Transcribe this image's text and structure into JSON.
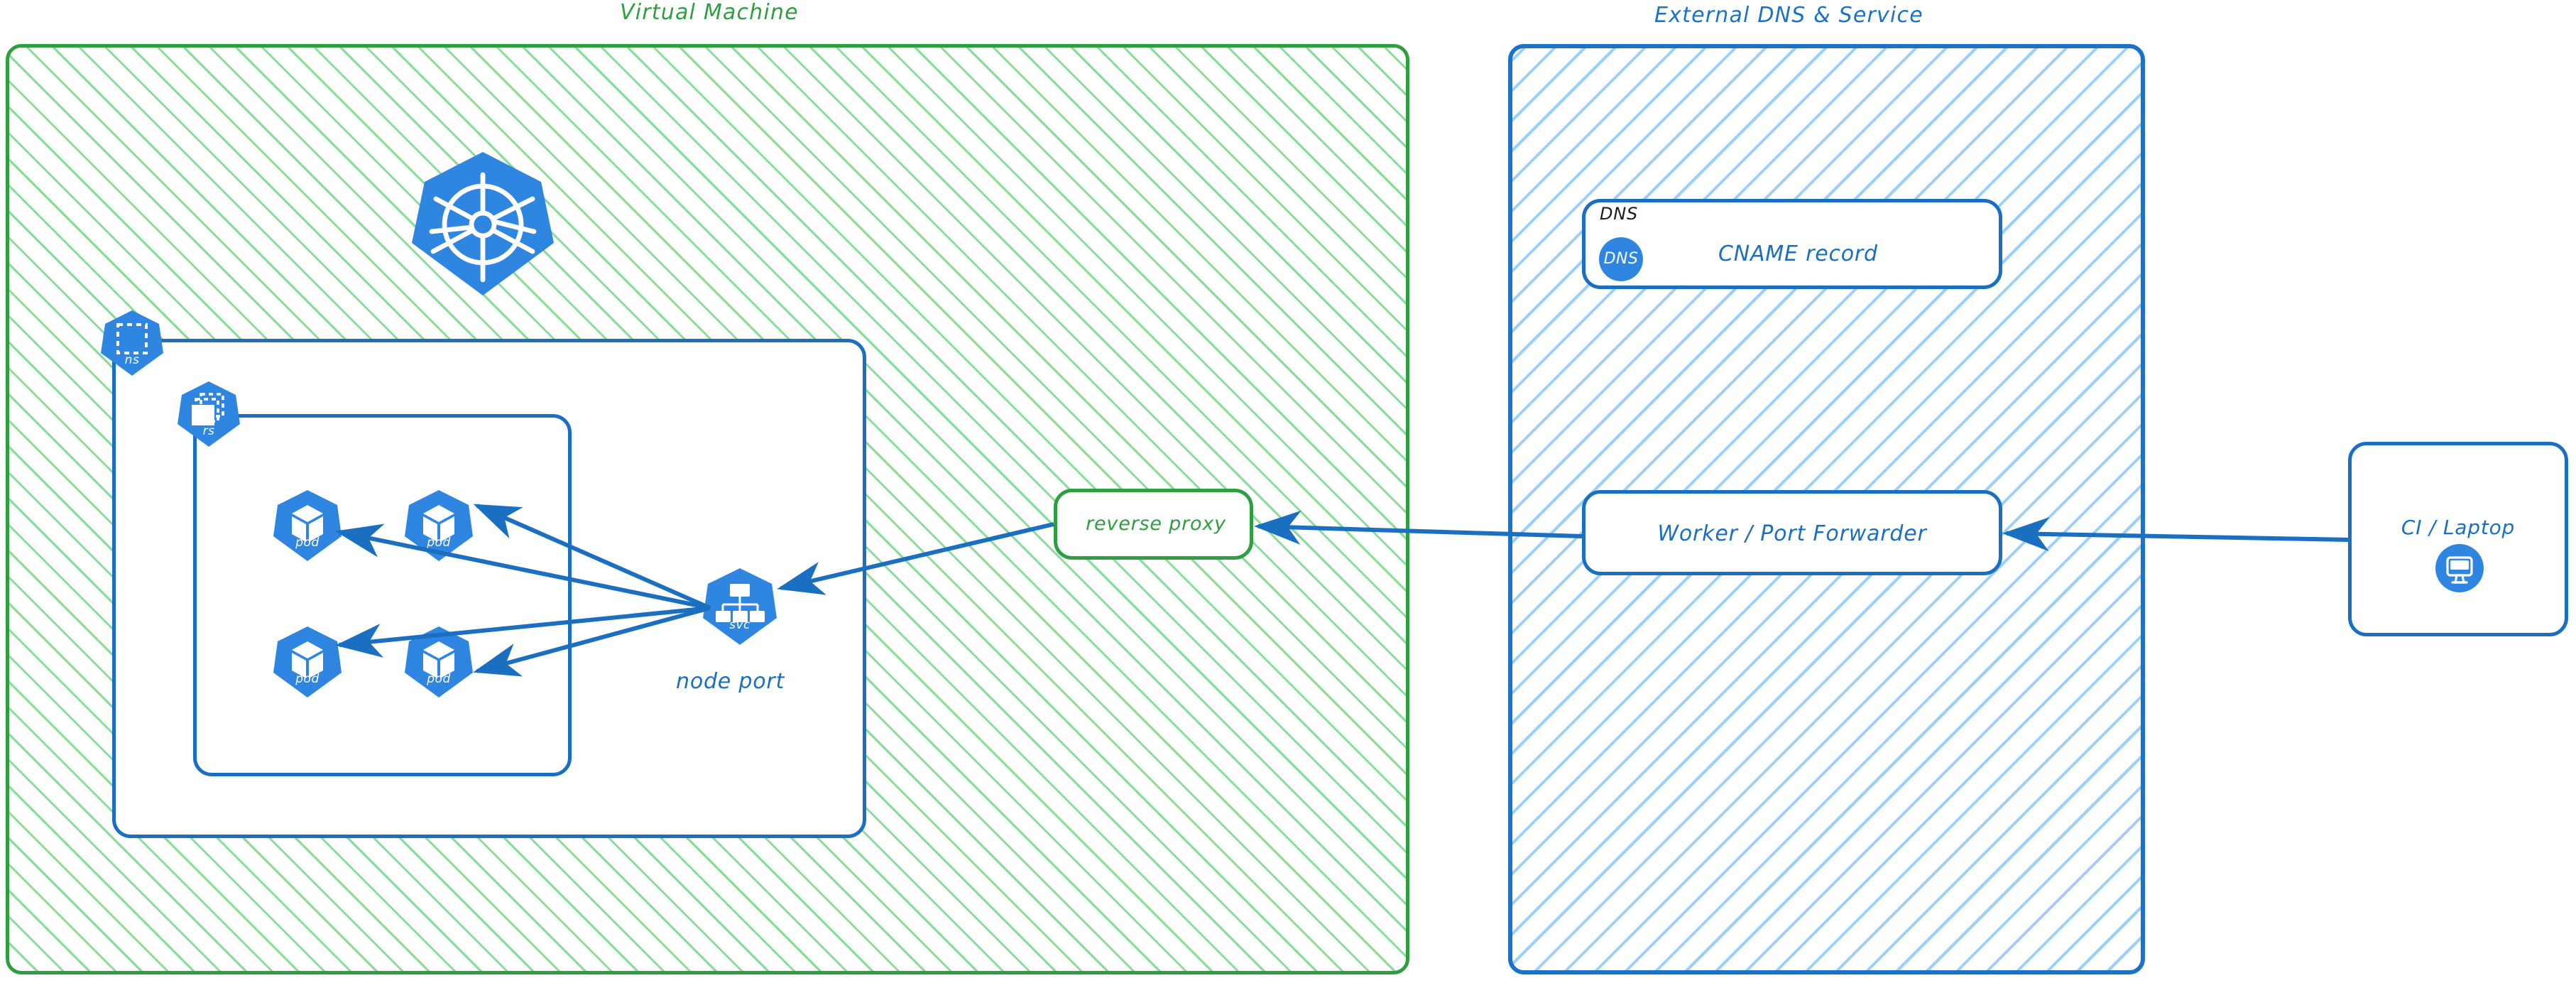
{
  "diagram": {
    "type": "architecture-diagram",
    "style": "hand-drawn-excalidraw",
    "colors": {
      "green_stroke": "#2f9e41",
      "green_hatch": "#80db92",
      "blue_stroke": "#1a6fc0",
      "blue_hatch": "#96cdfa",
      "k8s_blue": "#2f86e0",
      "black_text": "#1c1c1c"
    }
  },
  "panels": [
    {
      "id": "vm",
      "title": "Virtual Machine",
      "title_color": "#2f9e41"
    },
    {
      "id": "dns",
      "title": "External DNS & Service",
      "title_color": "#1a73c7"
    }
  ],
  "vm": {
    "k8s_logo": {
      "icon": "kubernetes-logo-icon"
    },
    "namespace": {
      "badge_label": "ns",
      "icon": "namespace-icon"
    },
    "replicaset": {
      "badge_label": "rs",
      "icon": "replicaset-icon"
    },
    "pods": [
      {
        "badge_label": "pod",
        "icon": "pod-icon"
      },
      {
        "badge_label": "pod",
        "icon": "pod-icon"
      },
      {
        "badge_label": "pod",
        "icon": "pod-icon"
      },
      {
        "badge_label": "pod",
        "icon": "pod-icon"
      }
    ],
    "service": {
      "badge_label": "svc",
      "icon": "service-icon",
      "caption": "node port"
    },
    "reverse_proxy": {
      "label": "reverse proxy"
    }
  },
  "dns_panel": {
    "dns_record_box": {
      "corner_label": "DNS",
      "icon_label": "DNS",
      "icon": "dns-circle-icon",
      "label": "CNAME record"
    },
    "worker_box": {
      "label": "Worker / Port Forwarder"
    }
  },
  "client": {
    "box": {
      "label": "CI / Laptop",
      "icon": "desktop-monitor-icon"
    }
  },
  "edges": [
    {
      "from": "svc",
      "to": "pod-1",
      "direction": "to"
    },
    {
      "from": "svc",
      "to": "pod-2",
      "direction": "to"
    },
    {
      "from": "svc",
      "to": "pod-3",
      "direction": "to"
    },
    {
      "from": "svc",
      "to": "pod-4",
      "direction": "to"
    },
    {
      "from": "reverse-proxy",
      "to": "svc",
      "direction": "to"
    },
    {
      "from": "worker-port-forwarder",
      "to": "reverse-proxy",
      "direction": "to"
    },
    {
      "from": "ci-laptop",
      "to": "worker-port-forwarder",
      "direction": "to"
    }
  ]
}
